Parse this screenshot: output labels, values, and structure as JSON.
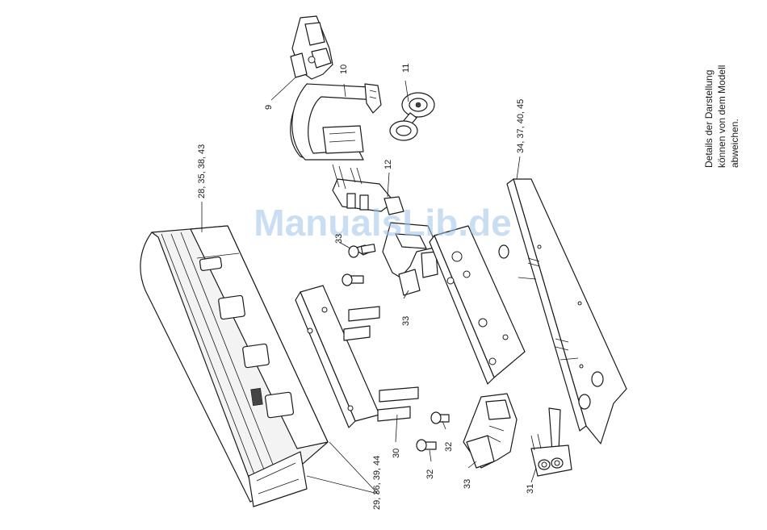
{
  "watermark": "ManualsLib.de",
  "note": {
    "line1": "Details der Darstellung",
    "line2": "können von dem Modell",
    "line3": "abweichen."
  },
  "callouts": {
    "c9": "9",
    "c10": "10",
    "c11": "11",
    "c12": "12",
    "c28": "28, 35, 38, 43",
    "c29": "29, 36, 39, 44",
    "c30": "30",
    "c31": "31",
    "c32a": "32",
    "c32b": "32",
    "c33a": "33",
    "c33b": "33",
    "c33c": "33",
    "c34": "34, 37, 40, 45"
  }
}
